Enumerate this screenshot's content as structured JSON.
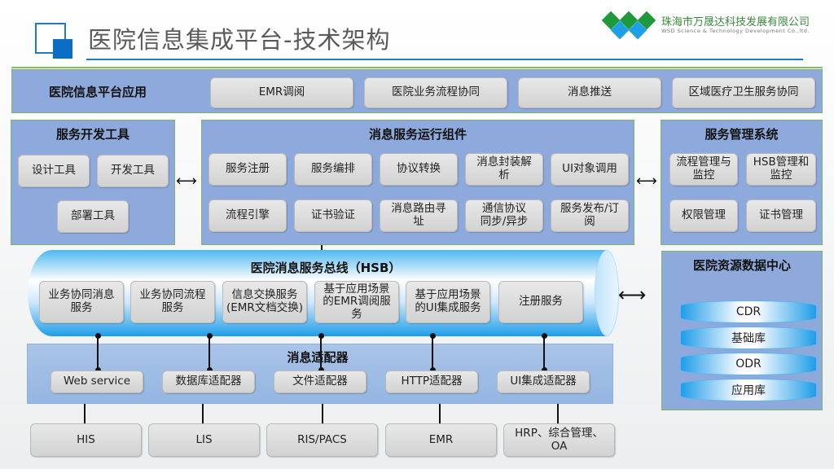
{
  "header": {
    "title": "医院信息集成平台-技术架构",
    "company_cn": "珠海市万晟达科技发展有限公司",
    "company_en": "WSD Science & Technology Development Co.,ltd.",
    "logo_colors": {
      "green": "#1e9a3c",
      "blue": "#1ea0e6"
    }
  },
  "app_layer": {
    "title": "医院信息平台应用",
    "items": [
      "EMR调阅",
      "医院业务流程协同",
      "消息推送",
      "区域医疗卫生服务协同"
    ]
  },
  "dev_tools": {
    "title": "服务开发工具",
    "items": [
      "设计工具",
      "开发工具",
      "部署工具"
    ]
  },
  "runtime": {
    "title": "消息服务运行组件",
    "items": [
      "服务注册",
      "服务编排",
      "协议转换",
      "消息封装解析",
      "UI对象调用",
      "流程引擎",
      "证书验证",
      "消息路由寻址",
      "通信协议同步/异步",
      "服务发布/订阅"
    ]
  },
  "management": {
    "title": "服务管理系统",
    "items": [
      "流程管理与监控",
      "HSB管理和监控",
      "权限管理",
      "证书管理"
    ]
  },
  "bus": {
    "title": "医院消息服务总线（HSB）",
    "items": [
      "业务协同消息服务",
      "业务协同流程服务",
      "信息交换服务(EMR文档交换)",
      "基于应用场景的EMR调阅服务",
      "基于应用场景的UI集成服务",
      "注册服务"
    ]
  },
  "data_center": {
    "title": "医院资源数据中心",
    "items": [
      "CDR",
      "基础库",
      "ODR",
      "应用库"
    ]
  },
  "adapters": {
    "title": "消息适配器",
    "items": [
      "Web service",
      "数据库适配器",
      "文件适配器",
      "HTTP适配器",
      "UI集成适配器"
    ]
  },
  "systems": {
    "items": [
      "HIS",
      "LIS",
      "RIS/PACS",
      "EMR",
      "HRP、综合管理、OA"
    ]
  },
  "connectors": {
    "bidirectional_arrow": "⟷"
  }
}
